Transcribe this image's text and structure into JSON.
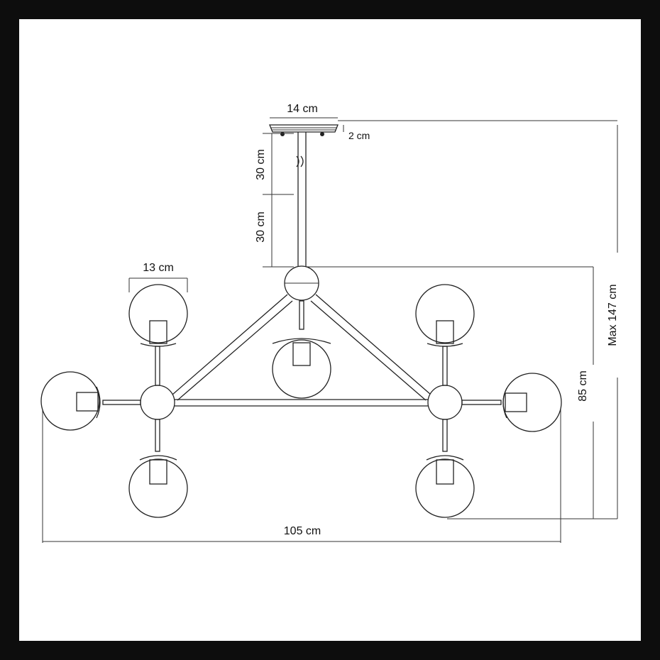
{
  "dimensions": {
    "canopy_width": "14 cm",
    "canopy_height": "2 cm",
    "rod_upper": "30 cm",
    "rod_lower": "30 cm",
    "globe_diameter": "13 cm",
    "body_height": "85 cm",
    "max_height": "Max 147 cm",
    "total_width": "105 cm"
  },
  "colors": {
    "background": "#0d0d0d",
    "sheet": "#ffffff",
    "line": "#222222"
  }
}
